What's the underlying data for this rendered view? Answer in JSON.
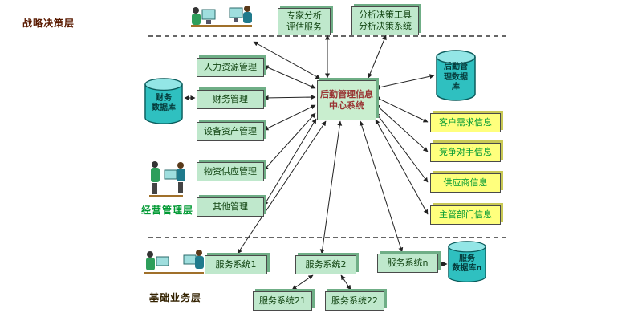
{
  "layers": {
    "strategic": {
      "label": "战略决策层"
    },
    "management": {
      "label": "经营管理层"
    },
    "basic": {
      "label": "基础业务层"
    }
  },
  "nodes": {
    "expert_service": {
      "label": "专家分析\n评估服务"
    },
    "decision_system": {
      "label": "分析决策工具\n分析决策系统"
    },
    "hr": {
      "label": "人力资源管理"
    },
    "finance": {
      "label": "财务管理"
    },
    "equipment": {
      "label": "设备资产管理"
    },
    "supply": {
      "label": "物资供应管理"
    },
    "other": {
      "label": "其他管理"
    },
    "center": {
      "label": "后勤管理信息\n中心系统"
    },
    "customer_info": {
      "label": "客户需求信息"
    },
    "competitor_info": {
      "label": "竞争对手信息"
    },
    "supplier_info": {
      "label": "供应商信息"
    },
    "authority_info": {
      "label": "主管部门信息"
    },
    "service1": {
      "label": "服务系统1"
    },
    "service2": {
      "label": "服务系统2"
    },
    "servicen": {
      "label": "服务系统n"
    },
    "service21": {
      "label": "服务系统21"
    },
    "service22": {
      "label": "服务系统22"
    }
  },
  "databases": {
    "finance_db": {
      "label": "财务\n数据库"
    },
    "logistics_db": {
      "label": "后勤管\n理数据\n库"
    },
    "service_db": {
      "label": "服务\n数据库n"
    }
  },
  "colors": {
    "box_green": "#bfe8cc",
    "box_yellow": "#ffff7d",
    "cylinder_teal": "#2fc0c0",
    "center_text": "#993333",
    "yellow_text": "#009933",
    "green_text": "#114411"
  }
}
